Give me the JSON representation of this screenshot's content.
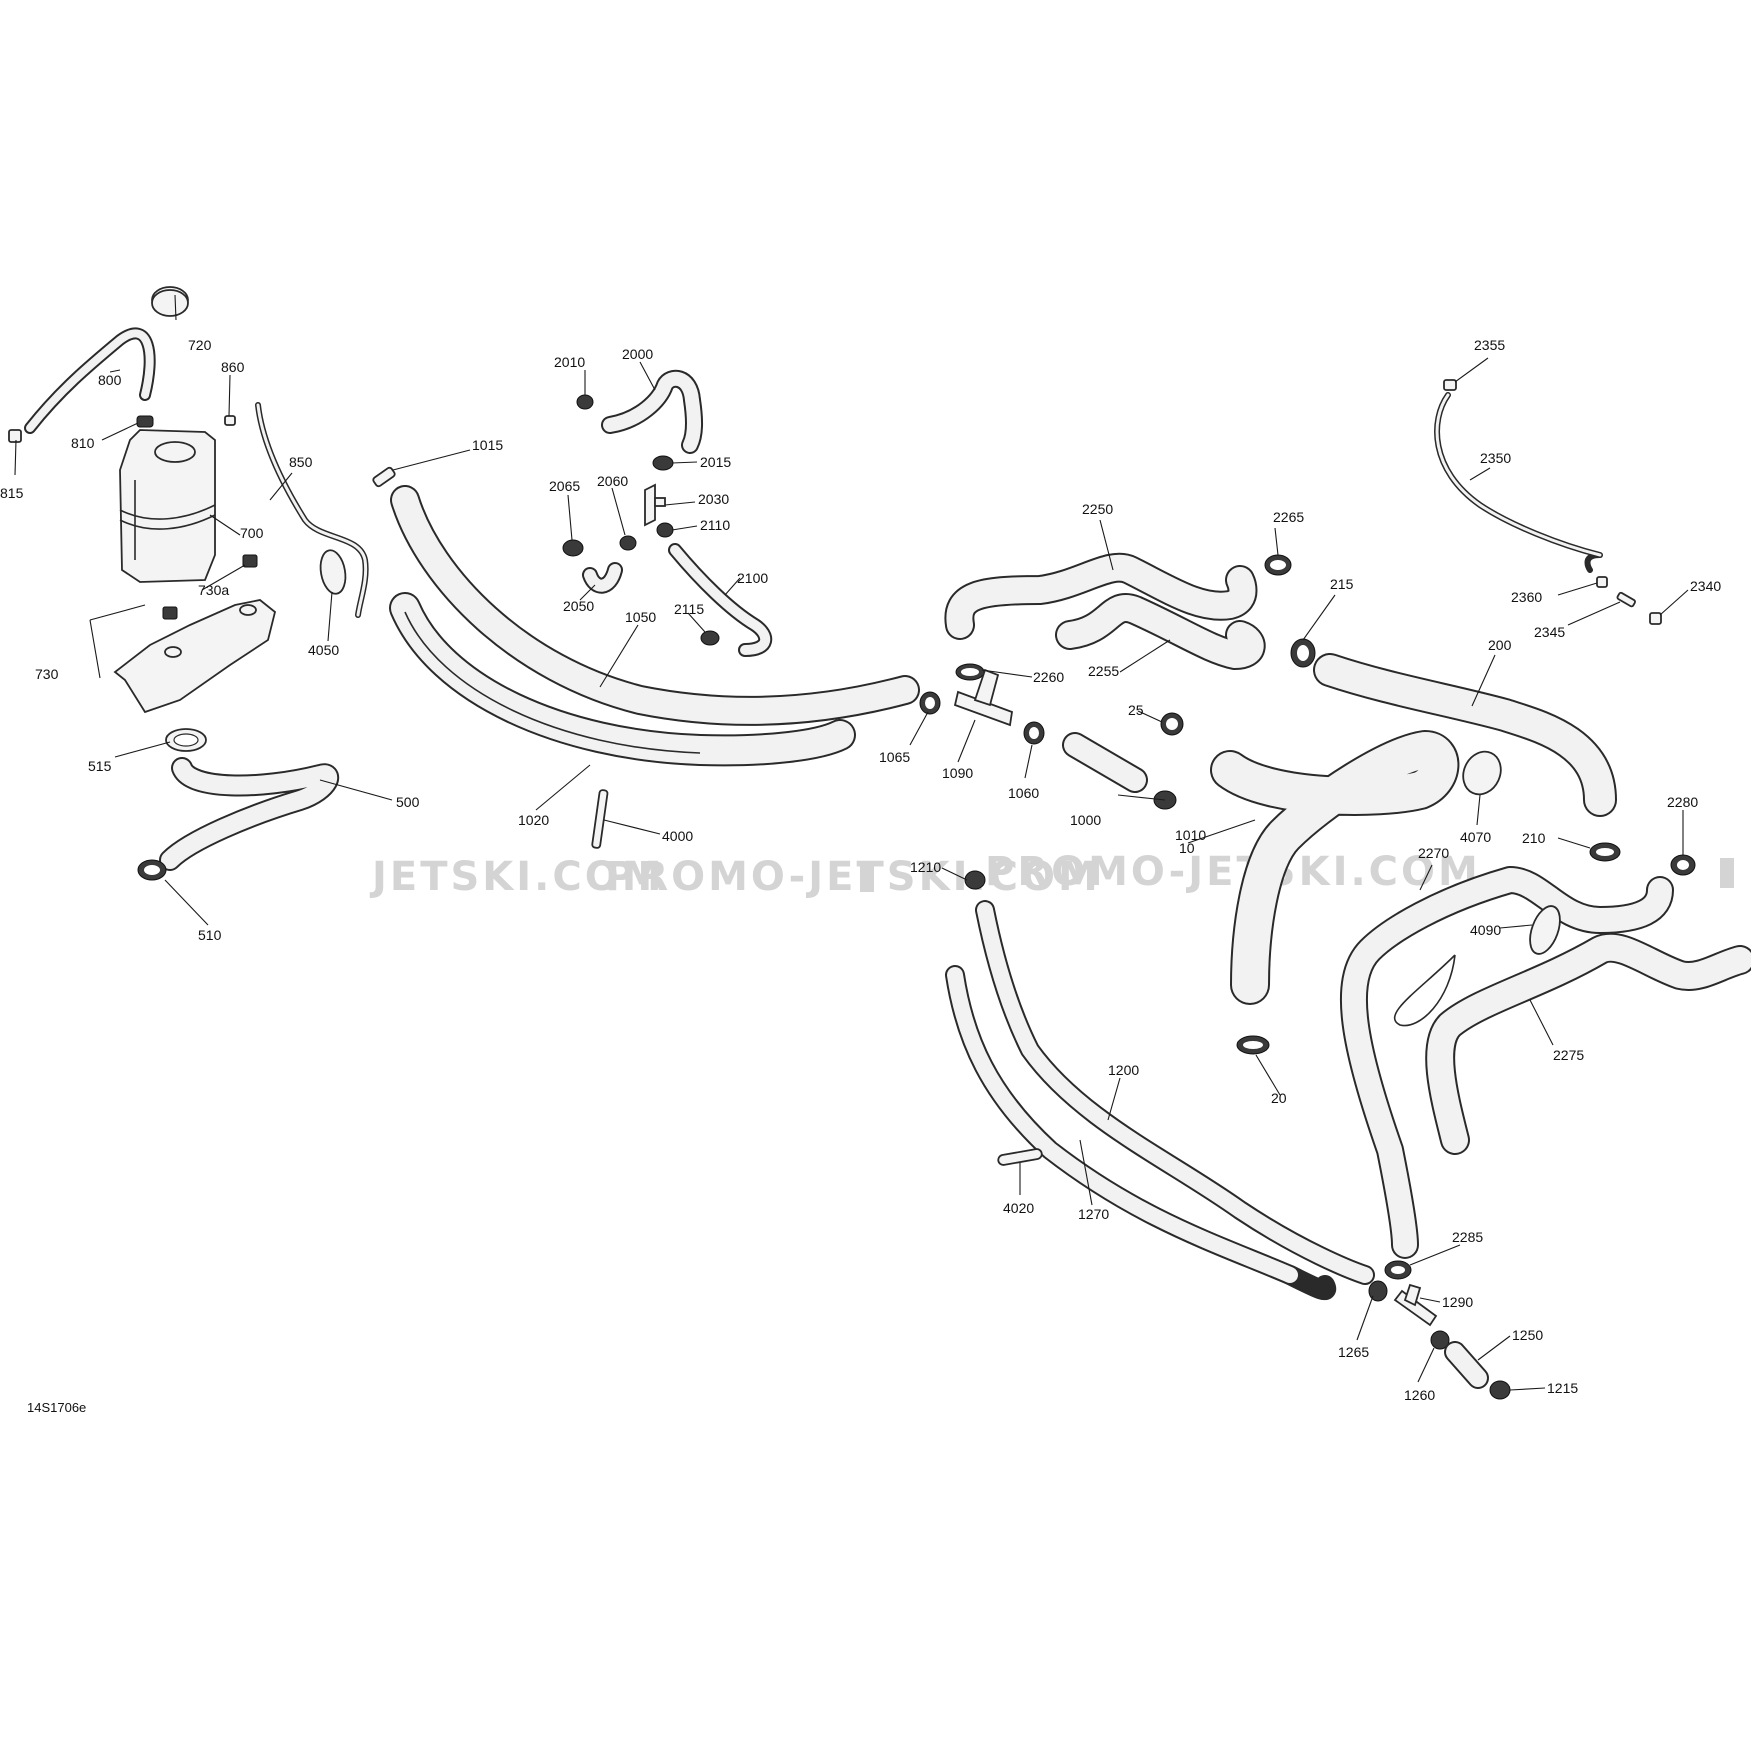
{
  "diagram_ref": "14S1706e",
  "watermarks": [
    "JETSKI.COM",
    "PROMO-JETSKI.COM",
    "PROMO-JETSKI.COM"
  ],
  "labels": {
    "p720": "720",
    "p860": "860",
    "p800": "800",
    "p810": "810",
    "p815": "815",
    "p850": "850",
    "p700": "700",
    "p730a": "730a",
    "p730": "730",
    "p4050": "4050",
    "p515": "515",
    "p500": "500",
    "p510": "510",
    "p2010": "2010",
    "p2000": "2000",
    "p1015": "1015",
    "p2015": "2015",
    "p2065": "2065",
    "p2060": "2060",
    "p2030": "2030",
    "p2110": "2110",
    "p2100": "2100",
    "p2050": "2050",
    "p2115": "2115",
    "p1050": "1050",
    "p1020": "1020",
    "p4000": "4000",
    "p2260": "2260",
    "p1065": "1065",
    "p1090": "1090",
    "p1060": "1060",
    "p25": "25",
    "p1000": "1000",
    "p1010": "1010",
    "p1210": "1210",
    "p10": "10",
    "p2250": "2250",
    "p2265": "2265",
    "p2255": "2255",
    "p215": "215",
    "p200": "200",
    "p2355": "2355",
    "p2350": "2350",
    "p2360": "2360",
    "p2340": "2340",
    "p2345": "2345",
    "p4070": "4070",
    "p210": "210",
    "p2280": "2280",
    "p2270": "2270",
    "p4090": "4090",
    "p2275": "2275",
    "p20": "20",
    "p1200": "1200",
    "p4020": "4020",
    "p1270": "1270",
    "p2285": "2285",
    "p1290": "1290",
    "p1250": "1250",
    "p1265": "1265",
    "p1260": "1260",
    "p1215": "1215"
  }
}
